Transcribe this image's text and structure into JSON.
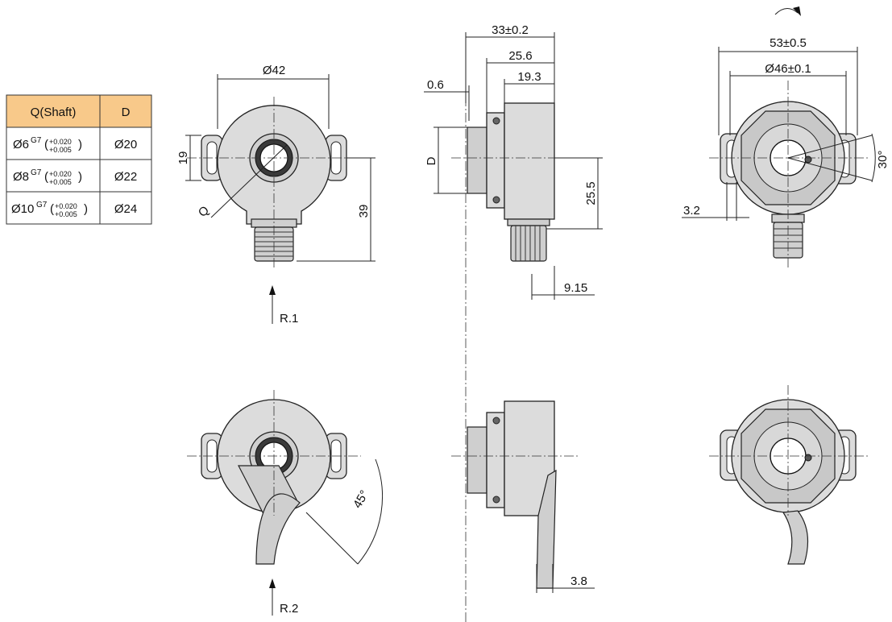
{
  "table": {
    "headers": [
      "Q(Shaft)",
      "D"
    ],
    "rows": [
      {
        "shaft_main": "Ø6",
        "fit": "G7",
        "tol_upper": "+0.020",
        "tol_lower": "+0.005",
        "d": "Ø20"
      },
      {
        "shaft_main": "Ø8",
        "fit": "G7",
        "tol_upper": "+0.020",
        "tol_lower": "+0.005",
        "d": "Ø22"
      },
      {
        "shaft_main": "Ø10",
        "fit": "G7",
        "tol_upper": "+0.020",
        "tol_lower": "+0.005",
        "d": "Ø24"
      }
    ]
  },
  "front_view": {
    "dia_label": "Ø42",
    "height_19": "19",
    "height_39": "39",
    "shaft_label": "Q",
    "view_label": "R.1"
  },
  "side_view": {
    "d_label": "D",
    "dim_33": "33±0.2",
    "dim_25_6": "25.6",
    "dim_19_3": "19.3",
    "dim_0_6": "0.6",
    "dim_25_5": "25.5",
    "dim_9_15": "9.15"
  },
  "rear_view": {
    "dim_53": "53±0.5",
    "dim_46": "Ø46±0.1",
    "dim_3_2": "3.2",
    "angle_30": "30°"
  },
  "bottom_front_view": {
    "angle_45": "45°",
    "view_label": "R.2"
  },
  "bottom_side_view": {
    "dim_3_8": "3.8"
  }
}
